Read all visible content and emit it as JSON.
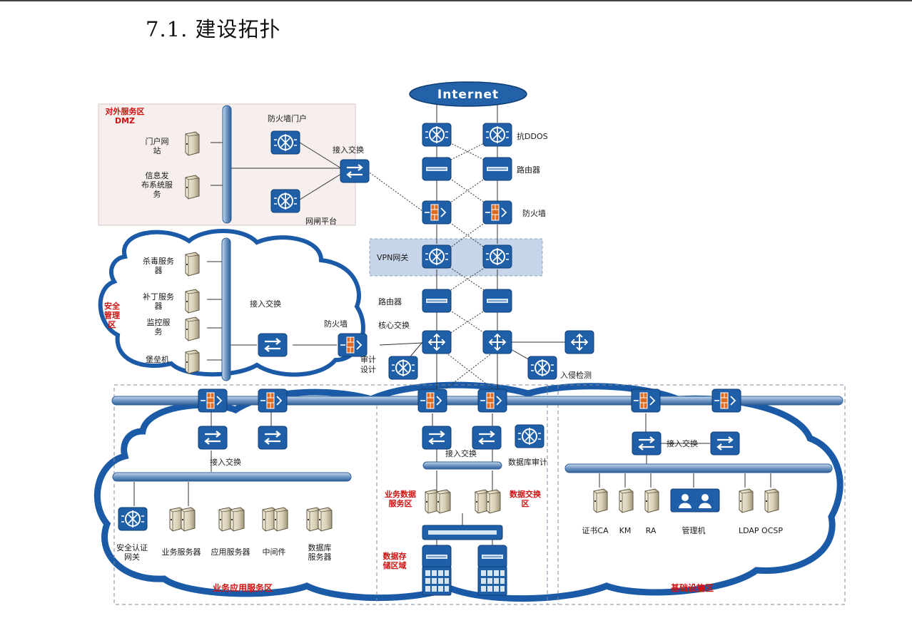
{
  "heading": "7.1. 建设拓扑",
  "internet_label": "Internet",
  "zones": {
    "dmz": [
      "对外服务区",
      "DMZ"
    ],
    "security_mgmt": [
      "安全",
      "管理",
      "区"
    ],
    "middle_red_1": [
      "业务数据",
      "服务区"
    ],
    "middle_red_2": [
      "数据交换",
      "区"
    ],
    "middle_red_3": [
      "数据存",
      "储区域"
    ],
    "left_zone": "业务应用服务区",
    "right_zone": "基础设施区"
  },
  "labels": {
    "dmz_server_1": [
      "门户网",
      "站"
    ],
    "dmz_server_2": [
      "信息发",
      "布系统服",
      "务"
    ],
    "dmz_top_fw": "防火墙门户",
    "dmz_switch": "接入交换",
    "dmz_bottom_fw": "网闸平台",
    "right_ids": "抗DDOS",
    "right_router": "路由器",
    "right_fw": "防火墙",
    "vpn": "VPN网关",
    "router2": "路由器",
    "core_switch": "核心交换",
    "left_audit": [
      "审计",
      "设计"
    ],
    "right_ips": "入侵检测",
    "sec_server_1": [
      "杀毒服务",
      "器"
    ],
    "sec_server_2": [
      "补丁服务",
      "器"
    ],
    "sec_server_3": [
      "监控服",
      "务"
    ],
    "sec_server_4": "堡垒机",
    "sec_access_switch": "接入交换",
    "sec_fw_label": "防火墙",
    "left_access_switch": "接入交换",
    "mid_access_switch": "接入交换",
    "mid_audit": "数据库审计",
    "right_access_switch": "接入交换",
    "bottom_left": [
      [
        "安全认证",
        "网关"
      ],
      [
        "业务服务器"
      ],
      [
        "应用服务器"
      ],
      [
        "中间件"
      ],
      [
        "数据库",
        "服务器"
      ]
    ],
    "bottom_right": [
      "证书CA",
      "KM",
      "RA",
      "管理机",
      "LDAP OCSP"
    ]
  }
}
